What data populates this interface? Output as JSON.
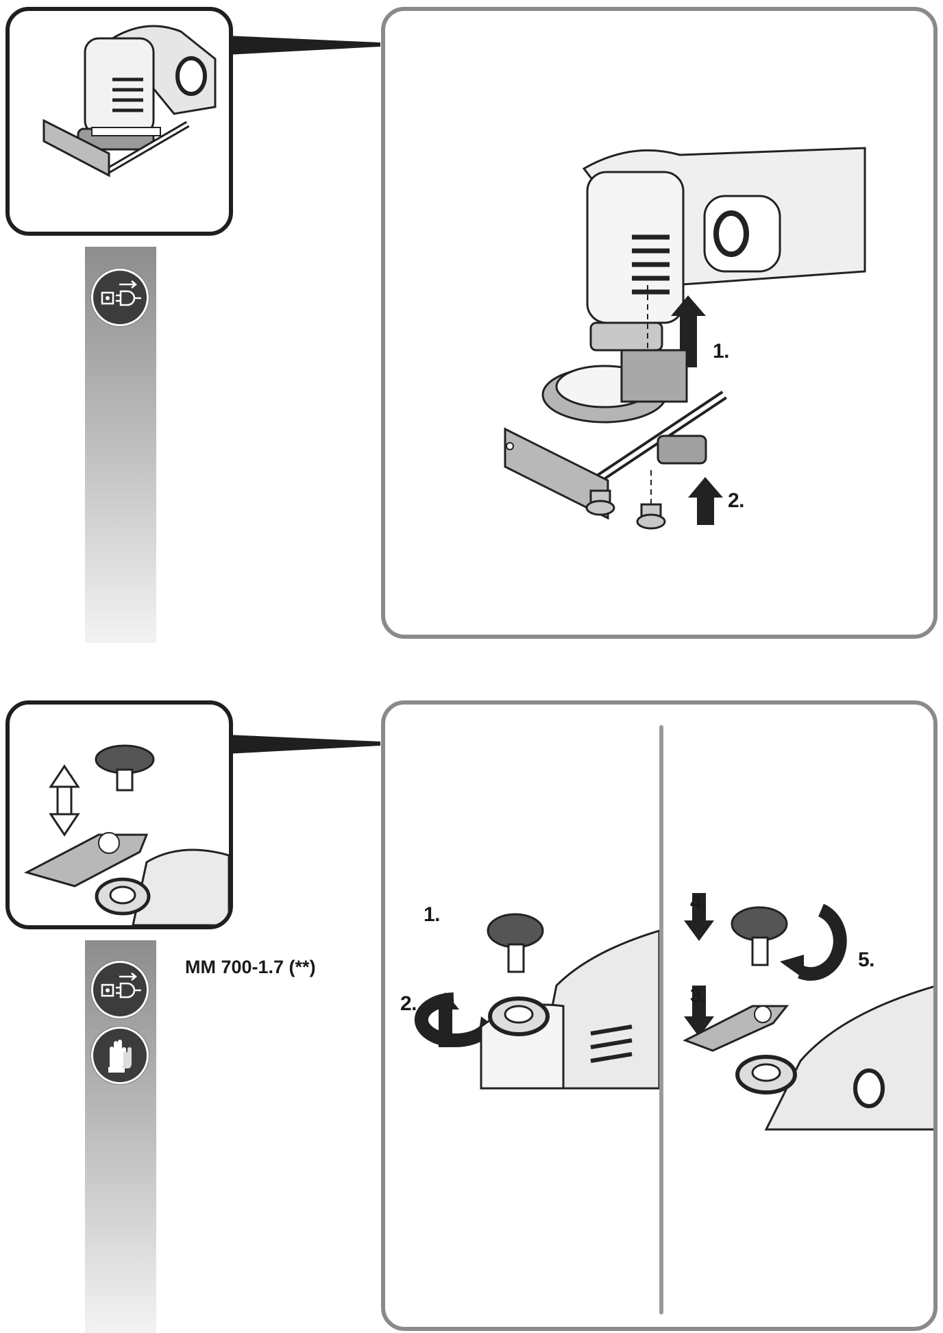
{
  "section1": {
    "steps": [
      "1.",
      "2."
    ],
    "icons": [
      "unplug-icon"
    ]
  },
  "section2": {
    "model_label": "MM 700-1.7 (**)",
    "left_steps": [
      "1.",
      "2."
    ],
    "right_steps": [
      "4.",
      "3.",
      "5."
    ],
    "icons": [
      "unplug-icon",
      "gloves-icon"
    ]
  },
  "colors": {
    "panel_border": "#8a8a8a",
    "thumb_border": "#1f1f1f",
    "strip_top": "#8d8d8d",
    "strip_bottom": "#f3f3f3",
    "icon_bg": "#3c3c3c"
  }
}
